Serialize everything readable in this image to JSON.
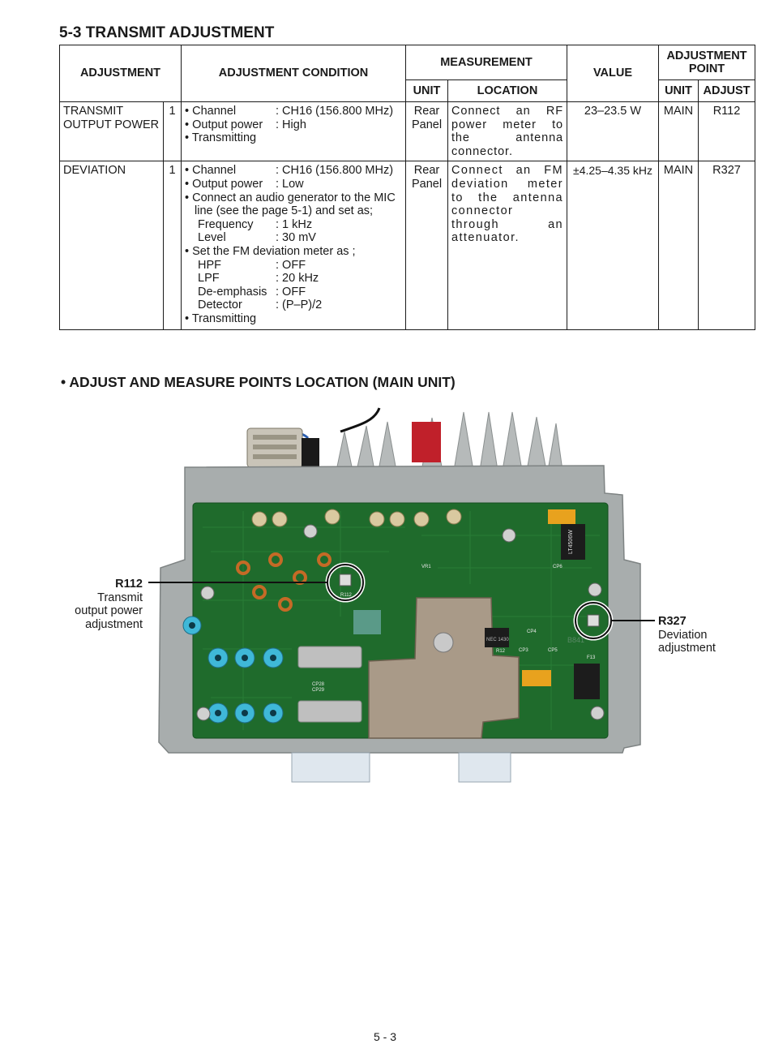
{
  "section_heading": "5-3 TRANSMIT ADJUSTMENT",
  "table": {
    "headers": {
      "adjustment": "ADJUSTMENT",
      "condition": "ADJUSTMENT CONDITION",
      "measurement": "MEASUREMENT",
      "meas_unit": "UNIT",
      "meas_location": "LOCATION",
      "value": "VALUE",
      "adjustment_point": "ADJUSTMENT POINT",
      "ap_unit": "UNIT",
      "ap_adjust": "ADJUST"
    },
    "rows": [
      {
        "adjustment_line1": "TRANSMIT",
        "adjustment_line2": "OUTPUT POWER",
        "step": "1",
        "conditions": {
          "channel_key": "Channel",
          "channel_val": ": CH16 (156.800 MHz)",
          "power_key": "Output power",
          "power_val": ": High",
          "transmitting": "Transmitting"
        },
        "meas_unit_line1": "Rear",
        "meas_unit_line2": "Panel",
        "location": "Connect an RF power meter to the antenna connector.",
        "value": "23–23.5 W",
        "ap_unit": "MAIN",
        "ap_adjust": "R112"
      },
      {
        "adjustment_line1": "DEVIATION",
        "step": "1",
        "conditions": {
          "channel_key": "Channel",
          "channel_val": ": CH16 (156.800 MHz)",
          "power_key": "Output power",
          "power_val": ": Low",
          "audio_gen_line1": "Connect an audio generator to the MIC",
          "audio_gen_line2": "line (see the page 5-1) and set as;",
          "freq_key": "Frequency",
          "freq_val": ": 1 kHz",
          "level_key": "Level",
          "level_val": ": 30 mV",
          "fm_meter": "Set the FM deviation meter as ;",
          "hpf_key": "HPF",
          "hpf_val": ": OFF",
          "lpf_key": "LPF",
          "lpf_val": ": 20 kHz",
          "deemph_key": "De-emphasis",
          "deemph_val": ": OFF",
          "detector_key": "Detector",
          "detector_val": ": (P–P)/2",
          "transmitting": "Transmitting"
        },
        "meas_unit_line1": "Rear",
        "meas_unit_line2": "Panel",
        "location": "Connect an FM deviation meter to the antenna connector through an attenuator.",
        "value": "±4.25–4.35 kHz",
        "ap_unit": "MAIN",
        "ap_adjust": "R327"
      }
    ]
  },
  "points_heading": "• ADJUST AND MEASURE POINTS LOCATION (MAIN UNIT)",
  "photo": {
    "pcb_labels": [
      "R112",
      "LT4506W",
      "NEC 1430",
      "B841",
      "CP28",
      "CP29",
      "VR1",
      "R12",
      "F13",
      "CP5",
      "CP3",
      "CP4",
      "CP6"
    ],
    "callouts": {
      "left_title": "R112",
      "left_line1": "Transmit",
      "left_line2": "output power",
      "left_line3": "adjustment",
      "right_title": "R327",
      "right_line1": "Deviation",
      "right_line2": "adjustment"
    }
  },
  "page_number": "5 - 3",
  "colors": {
    "pcb_green": "#1f6b2c",
    "chassis_gray": "#a8adad",
    "connector_cyan": "#3fb8d8",
    "shield_tan": "#a99a88",
    "cap_orange": "#e8a21e"
  }
}
